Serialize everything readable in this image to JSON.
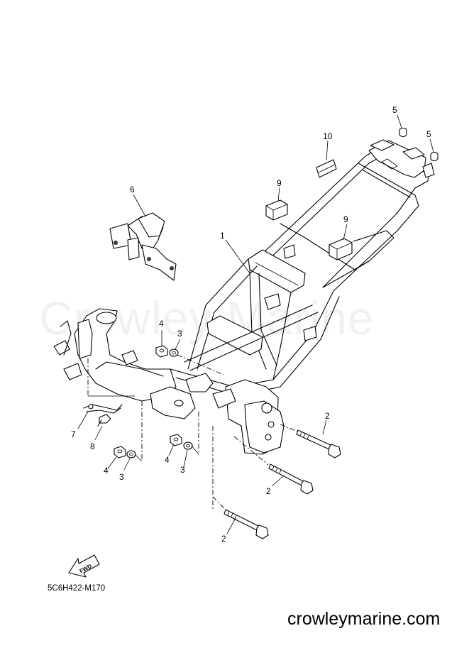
{
  "diagram": {
    "watermark": "Crowley Marine",
    "drawing_code": "5C6H422-M170",
    "site": "crowleymarine.com",
    "fwd_label": "FWD",
    "callouts": [
      {
        "id": "c1",
        "label": "1"
      },
      {
        "id": "c2a",
        "label": "2"
      },
      {
        "id": "c2b",
        "label": "2"
      },
      {
        "id": "c2c",
        "label": "2"
      },
      {
        "id": "c3a",
        "label": "3"
      },
      {
        "id": "c3b",
        "label": "3"
      },
      {
        "id": "c3c",
        "label": "3"
      },
      {
        "id": "c4a",
        "label": "4"
      },
      {
        "id": "c4b",
        "label": "4"
      },
      {
        "id": "c4c",
        "label": "4"
      },
      {
        "id": "c5a",
        "label": "5"
      },
      {
        "id": "c5b",
        "label": "5"
      },
      {
        "id": "c6",
        "label": "6"
      },
      {
        "id": "c7",
        "label": "7"
      },
      {
        "id": "c8",
        "label": "8"
      },
      {
        "id": "c9a",
        "label": "9"
      },
      {
        "id": "c9b",
        "label": "9"
      },
      {
        "id": "c10",
        "label": "10"
      }
    ]
  }
}
